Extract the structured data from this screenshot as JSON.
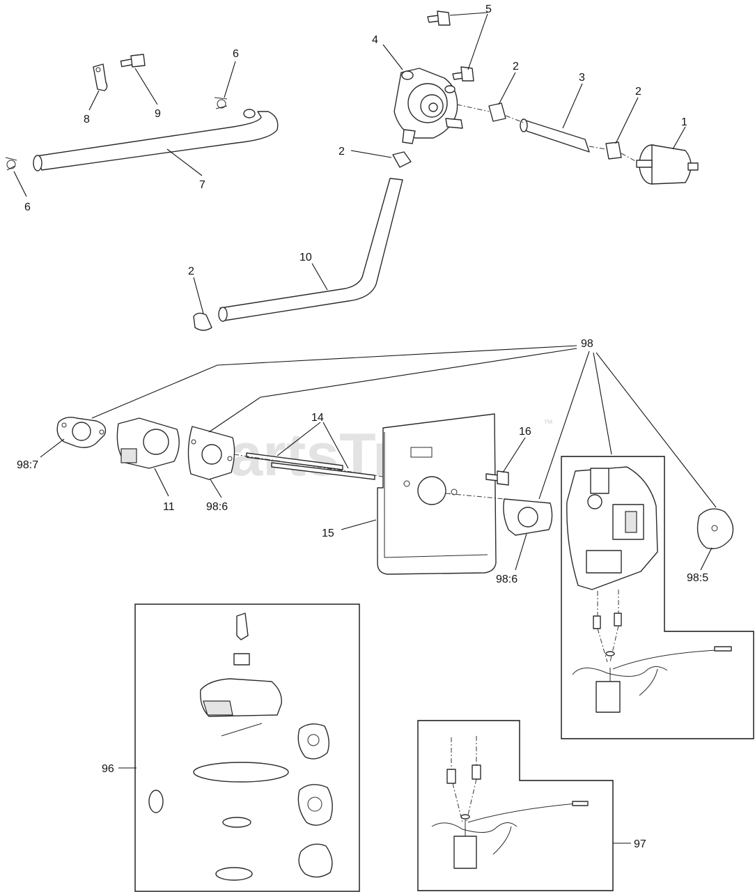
{
  "diagram": {
    "watermark": "PartsTree",
    "watermark_tm": "™",
    "callouts": {
      "c1": "1",
      "c2a": "2",
      "c2b": "2",
      "c2c": "2",
      "c2d": "2",
      "c3": "3",
      "c4": "4",
      "c5": "5",
      "c6a": "6",
      "c6b": "6",
      "c7": "7",
      "c8": "8",
      "c9": "9",
      "c10": "10",
      "c11": "11",
      "c14": "14",
      "c15": "15",
      "c16": "16",
      "c96": "96",
      "c97": "97",
      "c98": "98",
      "c98_7": "98:7",
      "c98_6a": "98:6",
      "c98_6b": "98:6",
      "c98_5": "98:5"
    }
  }
}
